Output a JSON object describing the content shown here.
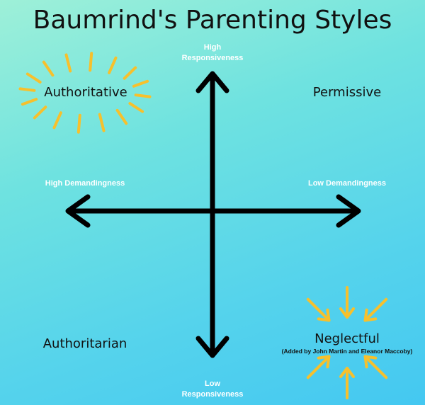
{
  "title": "Baumrind's Parenting Styles",
  "axes": {
    "top": [
      "High",
      "Responsiveness"
    ],
    "bottom": [
      "Low",
      "Responsiveness"
    ],
    "left": "High Demandingness",
    "right": "Low Demandingness"
  },
  "quadrants": {
    "top_left": "Authoritative",
    "top_right": "Permissive",
    "bottom_left": "Authoritarian",
    "bottom_right": "Neglectful",
    "bottom_right_note": "(Added by John Martin and Eleanor Maccoby)"
  },
  "colors": {
    "accent": "#f7c02c",
    "axis": "#000000",
    "label": "#ffffff"
  }
}
